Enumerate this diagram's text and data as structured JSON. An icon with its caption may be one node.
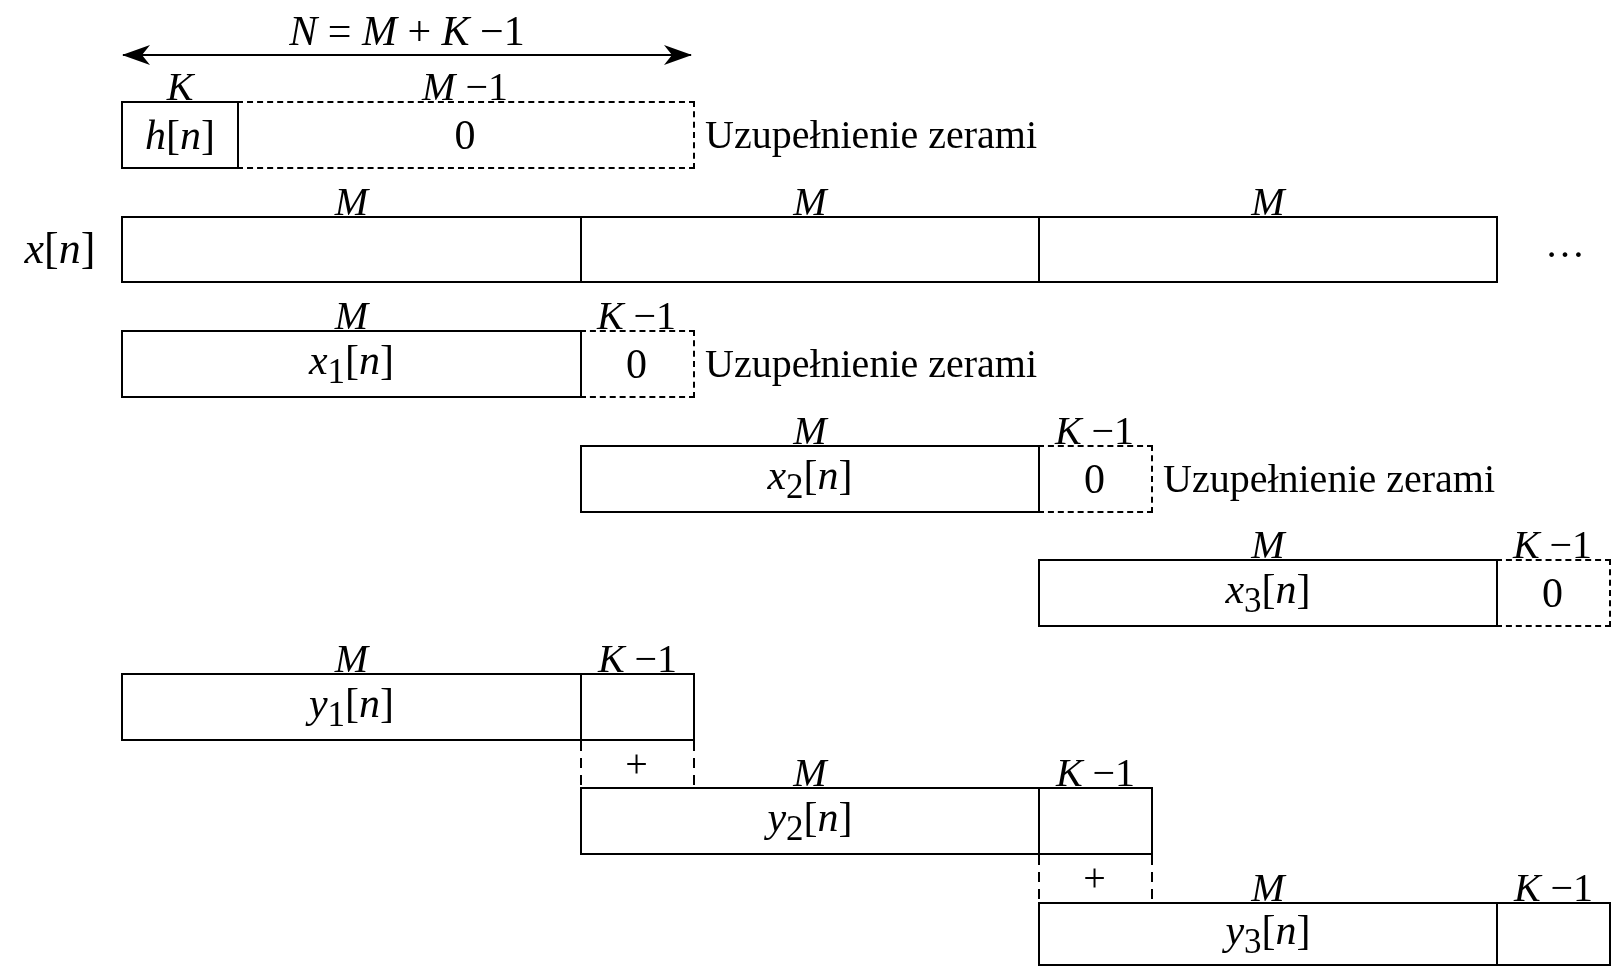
{
  "diagram": {
    "nodes": [
      {
        "text": [
          "*h*[*n*]"
        ],
        "beside": [
          "*K*"
        ]
      },
      {
        "text": [
          "0"
        ],
        "beside": [
          "*M* −1",
          "Uzupełnienie zerami"
        ]
      },
      {
        "text": [],
        "shape": "box",
        "beside": [
          "M"
        ]
      },
      {
        "text": [],
        "shape": "box",
        "beside": [
          "M"
        ]
      },
      {
        "text": [],
        "shape": "box",
        "beside": [
          "M"
        ]
      },
      {
        "text": [
          "*x*$_{1}$[*n*]"
        ],
        "beside": [
          "M"
        ]
      },
      {
        "text": [
          "0"
        ],
        "beside": [
          "*K* −1",
          "Uzupełnienie zerami"
        ]
      },
      {
        "text": [
          "*x*$_{2}$[*n*]"
        ],
        "beside": [
          "M"
        ]
      },
      {
        "text": [
          "0"
        ],
        "beside": [
          "*K* −1",
          "Uzupełnienie zerami"
        ]
      },
      {
        "text": [
          "*x*$_{3}$[*n*]"
        ],
        "beside": [
          "M"
        ]
      },
      {
        "text": [
          "0"
        ],
        "beside": [
          "*K* −1"
        ]
      },
      {
        "text": [
          "*y*$_{1}$[*n*]"
        ],
        "beside": [
          "M"
        ]
      },
      {
        "text": [],
        "shape": "box",
        "beside": [
          "*K* −1"
        ]
      },
      {
        "text": [
          "*y*$_{2}$[*n*]"
        ],
        "beside": [
          "M"
        ]
      },
      {
        "text": [],
        "shape": "box",
        "beside": [
          "*K* −1"
        ]
      },
      {
        "text": [
          "*y*$_{3}$[*n*]"
        ],
        "beside": [
          "M"
        ]
      },
      {
        "text": [],
        "shape": "box",
        "beside": [
          "*K* −1"
        ]
      }
    ],
    "edges": [
      {
        "from": 12,
        "to": 13,
        "arrow": "none",
        "style": "dashed"
      },
      {
        "from": 12,
        "to": 13,
        "arrow": "none",
        "style": "dashed"
      },
      {
        "from": 14,
        "to": 15,
        "arrow": "none",
        "style": "dashed"
      },
      {
        "from": 14,
        "to": 15,
        "arrow": "none",
        "style": "dashed"
      }
    ],
    "labels": [
      "*N* = *M* + *K* −1",
      "*x*[*n*]",
      "…",
      "+",
      "+"
    ]
  }
}
